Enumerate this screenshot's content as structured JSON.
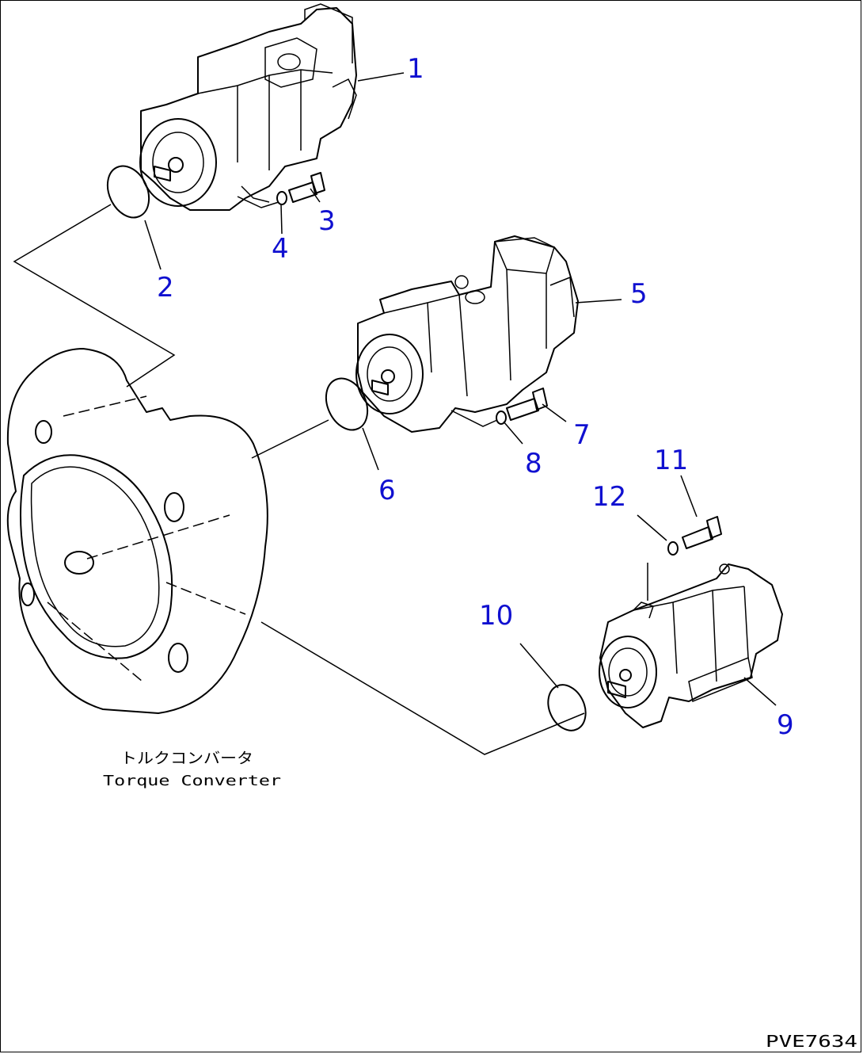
{
  "callouts": [
    "1",
    "2",
    "3",
    "4",
    "5",
    "6",
    "7",
    "8",
    "9",
    "10",
    "11",
    "12"
  ],
  "labels": {
    "converter_jp": "トルクコンバータ",
    "converter_en": "Torque Converter",
    "drawing_code": "PVE7634"
  },
  "colors": {
    "callout": "#1010d0",
    "line": "#000000"
  }
}
